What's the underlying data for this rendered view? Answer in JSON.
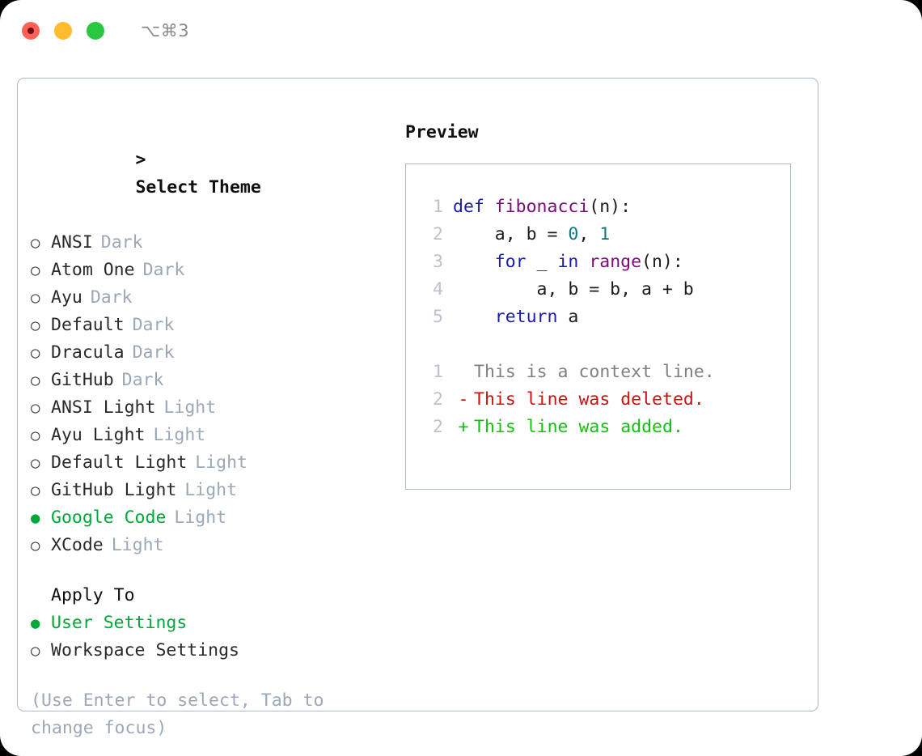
{
  "titlebar": {
    "shortcut": "⌥⌘3",
    "buttons": [
      {
        "name": "close",
        "color": "#ff6159"
      },
      {
        "name": "minimize",
        "color": "#ffbd2e"
      },
      {
        "name": "maximize",
        "color": "#28c840"
      }
    ]
  },
  "theme_picker": {
    "prompt_marker": ">",
    "heading": "Select Theme",
    "selected_bullet": "●",
    "unselected_bullet": "○",
    "selected_color": "#00a838",
    "items": [
      {
        "name": "ANSI",
        "kind": "Dark",
        "selected": false
      },
      {
        "name": "Atom One",
        "kind": "Dark",
        "selected": false
      },
      {
        "name": "Ayu",
        "kind": "Dark",
        "selected": false
      },
      {
        "name": "Default",
        "kind": "Dark",
        "selected": false
      },
      {
        "name": "Dracula",
        "kind": "Dark",
        "selected": false
      },
      {
        "name": "GitHub",
        "kind": "Dark",
        "selected": false
      },
      {
        "name": "ANSI Light",
        "kind": "Light",
        "selected": false
      },
      {
        "name": "Ayu Light",
        "kind": "Light",
        "selected": false
      },
      {
        "name": "Default Light",
        "kind": "Light",
        "selected": false
      },
      {
        "name": "GitHub Light",
        "kind": "Light",
        "selected": false
      },
      {
        "name": "Google Code",
        "kind": "Light",
        "selected": true
      },
      {
        "name": "XCode",
        "kind": "Light",
        "selected": false
      }
    ]
  },
  "apply_to": {
    "heading": "Apply To",
    "options": [
      {
        "label": "User Settings",
        "selected": true
      },
      {
        "label": "Workspace Settings",
        "selected": false
      }
    ]
  },
  "hint": "(Use Enter to select, Tab to change focus)",
  "preview": {
    "title": "Preview",
    "code_lines": [
      {
        "no": "1",
        "marker": "",
        "tokens": [
          {
            "t": "def ",
            "c": "tok-kw"
          },
          {
            "t": "fibonacci",
            "c": "tok-fn"
          },
          {
            "t": "(n):",
            "c": "tok-plain"
          }
        ]
      },
      {
        "no": "2",
        "marker": "",
        "tokens": [
          {
            "t": "    a, b = ",
            "c": "tok-plain"
          },
          {
            "t": "0",
            "c": "tok-num"
          },
          {
            "t": ", ",
            "c": "tok-plain"
          },
          {
            "t": "1",
            "c": "tok-num"
          }
        ]
      },
      {
        "no": "3",
        "marker": "",
        "tokens": [
          {
            "t": "    ",
            "c": "tok-plain"
          },
          {
            "t": "for",
            "c": "tok-kw"
          },
          {
            "t": " _ ",
            "c": "tok-plain"
          },
          {
            "t": "in",
            "c": "tok-kw"
          },
          {
            "t": " ",
            "c": "tok-plain"
          },
          {
            "t": "range",
            "c": "tok-fn"
          },
          {
            "t": "(n):",
            "c": "tok-plain"
          }
        ]
      },
      {
        "no": "4",
        "marker": "",
        "tokens": [
          {
            "t": "        a, b = b, a + b",
            "c": "tok-plain"
          }
        ]
      },
      {
        "no": "5",
        "marker": "",
        "tokens": [
          {
            "t": "    ",
            "c": "tok-plain"
          },
          {
            "t": "return",
            "c": "tok-kw"
          },
          {
            "t": " a",
            "c": "tok-plain"
          }
        ]
      }
    ],
    "diff_lines": [
      {
        "no": "1",
        "marker": "",
        "text": "This is a context line.",
        "c": "tok-ctx"
      },
      {
        "no": "2",
        "marker": "-",
        "text": "This line was deleted.",
        "c": "tok-del"
      },
      {
        "no": "2",
        "marker": "+",
        "text": "This line was added.",
        "c": "tok-add"
      }
    ]
  }
}
